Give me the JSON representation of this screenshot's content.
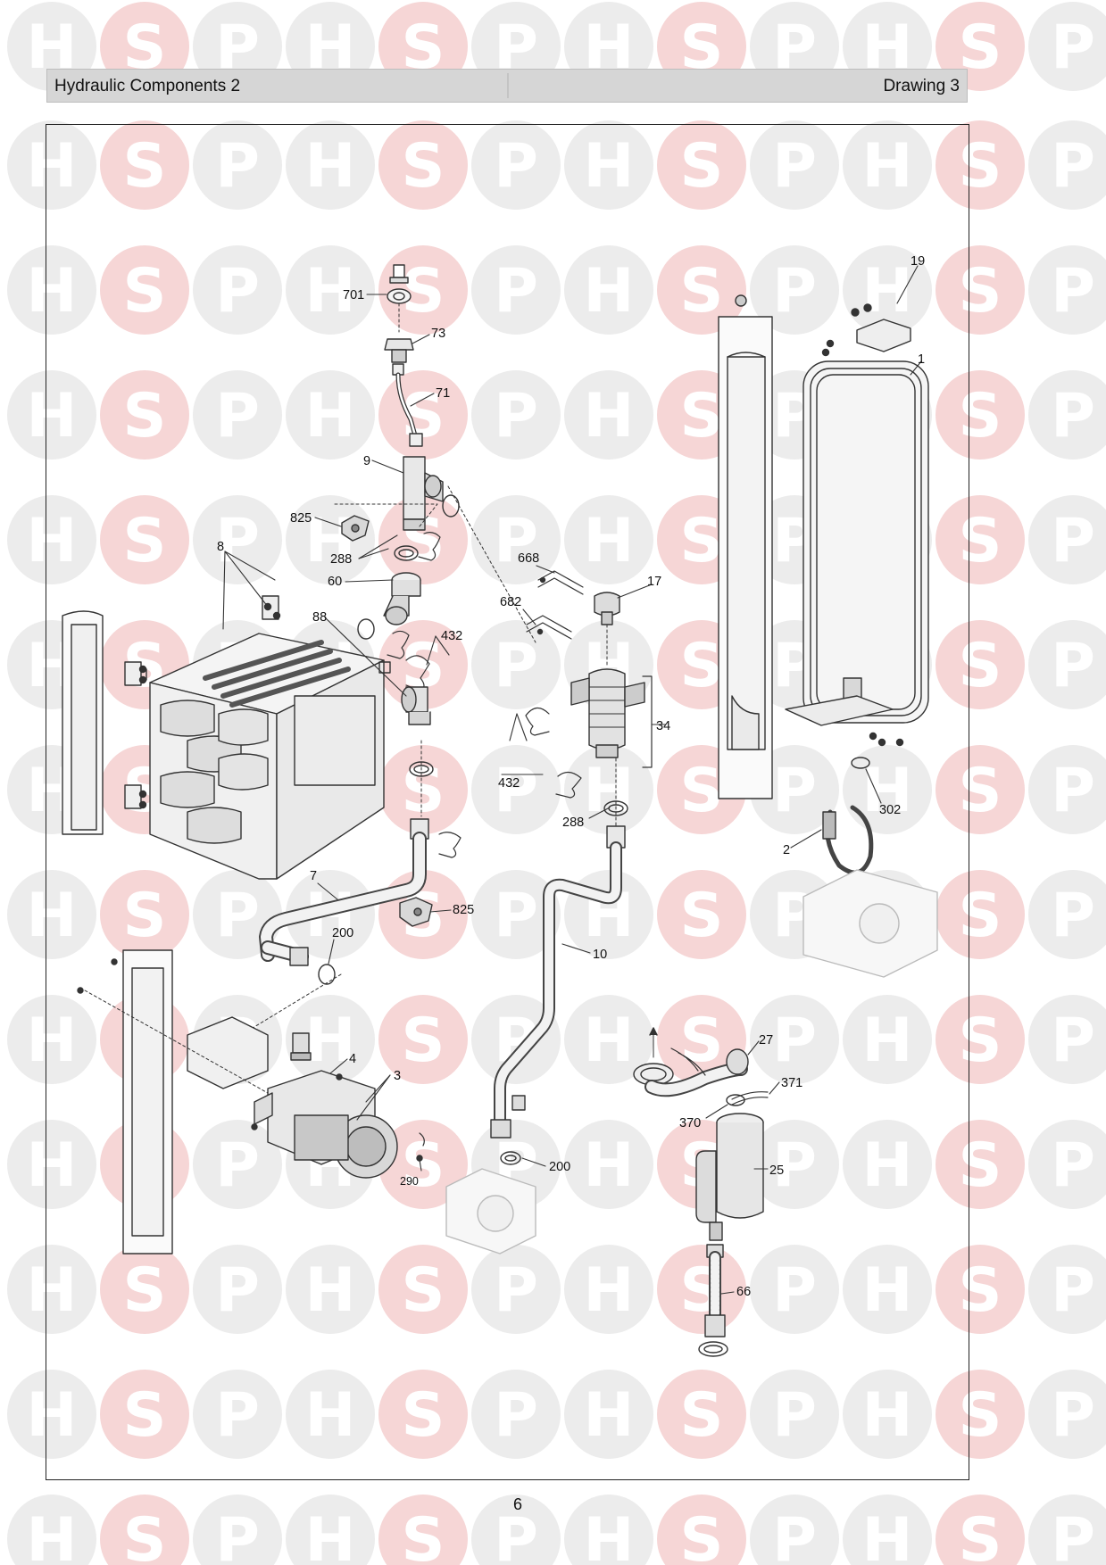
{
  "header": {
    "title": "Hydraulic Components 2",
    "drawing": "Drawing 3"
  },
  "watermark": {
    "letters": [
      "H",
      "S",
      "P"
    ],
    "colors": {
      "H": "#ececec",
      "S": "#f6d6d6",
      "P": "#ececec"
    },
    "text_color": "#ffffff"
  },
  "callouts": [
    {
      "id": "c701",
      "text": "701"
    },
    {
      "id": "c73",
      "text": "73"
    },
    {
      "id": "c71",
      "text": "71"
    },
    {
      "id": "c9",
      "text": "9"
    },
    {
      "id": "c825a",
      "text": "825"
    },
    {
      "id": "c8",
      "text": "8"
    },
    {
      "id": "c288a",
      "text": "288"
    },
    {
      "id": "c60",
      "text": "60"
    },
    {
      "id": "c88",
      "text": "88"
    },
    {
      "id": "c432a",
      "text": "432"
    },
    {
      "id": "c668",
      "text": "668"
    },
    {
      "id": "c682",
      "text": "682"
    },
    {
      "id": "c17",
      "text": "17"
    },
    {
      "id": "c34",
      "text": "34"
    },
    {
      "id": "c432b",
      "text": "432"
    },
    {
      "id": "c288b",
      "text": "288"
    },
    {
      "id": "c7",
      "text": "7"
    },
    {
      "id": "c825b",
      "text": "825"
    },
    {
      "id": "c200a",
      "text": "200"
    },
    {
      "id": "c10",
      "text": "10"
    },
    {
      "id": "c4",
      "text": "4"
    },
    {
      "id": "c3",
      "text": "3"
    },
    {
      "id": "c290",
      "text": "290"
    },
    {
      "id": "c200b",
      "text": "200"
    },
    {
      "id": "c19",
      "text": "19"
    },
    {
      "id": "c1",
      "text": "1"
    },
    {
      "id": "c302",
      "text": "302"
    },
    {
      "id": "c2",
      "text": "2"
    },
    {
      "id": "c27",
      "text": "27"
    },
    {
      "id": "c371",
      "text": "371"
    },
    {
      "id": "c370",
      "text": "370"
    },
    {
      "id": "c25",
      "text": "25"
    },
    {
      "id": "c66",
      "text": "66"
    }
  ],
  "page_number": "6"
}
